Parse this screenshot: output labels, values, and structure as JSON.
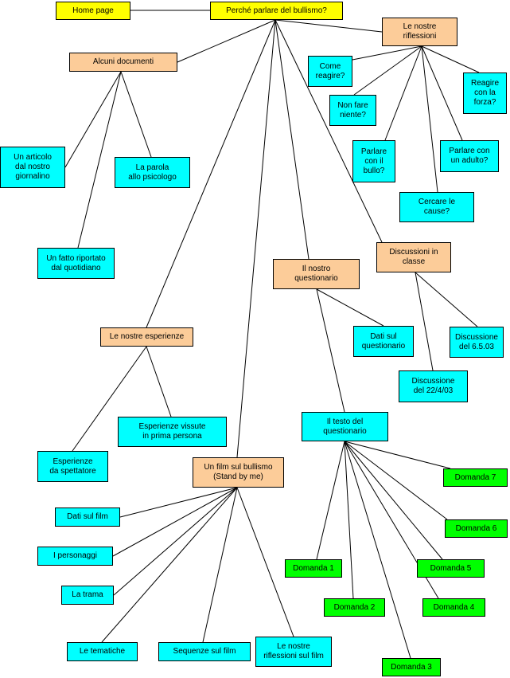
{
  "colors": {
    "yellow": "#ffff00",
    "peach": "#fccc99",
    "cyan": "#00ffff",
    "green": "#00ff00",
    "line": "#000000"
  },
  "nodes": {
    "home": "Home page",
    "root": "Perché parlare del bullismo?",
    "riflessioni": "Le nostre\nriflessioni",
    "documenti": "Alcuni documenti",
    "come_reagire": "Come\nreagire?",
    "non_fare": "Non fare\nniente?",
    "reagire_forza": "Reagire\ncon la\nforza?",
    "parlare_bullo": "Parlare\ncon il\nbullo?",
    "parlare_adulto": "Parlare con\nun adulto?",
    "cercare_cause": "Cercare le\ncause?",
    "articolo": "Un articolo\ndal nostro\ngiornalino",
    "parola_psicologo": "La parola\nallo psicologo",
    "fatto_quotidiano": "Un fatto riportato\ndal quotidiano",
    "questionario": "Il nostro\nquestionario",
    "discussioni": "Discussioni in\nclasse",
    "dati_questionario": "Dati sul\nquestionario",
    "discussione_6_5": "Discussione\ndel 6.5.03",
    "discussione_22_4": "Discussione\ndel  22/4/03",
    "esperienze": "Le nostre esperienze",
    "esperienze_vissute": "Esperienze vissute\nin prima persona",
    "esperienze_spettatore": "Esperienze\nda spettatore",
    "testo_questionario": "Il testo del\nquestionario",
    "film": "Un film sul bullismo\n(Stand by me)",
    "dati_film": "Dati sul film",
    "personaggi": "I personaggi",
    "trama": "La trama",
    "tematiche": "Le tematiche",
    "sequenze": "Sequenze sul film",
    "riflessioni_film": "Le nostre\nriflessioni sul film",
    "domanda_1": "Domanda 1",
    "domanda_2": "Domanda 2",
    "domanda_3": "Domanda 3",
    "domanda_4": "Domanda 4",
    "domanda_5": "Domanda 5",
    "domanda_6": "Domanda 6",
    "domanda_7": "Domanda 7"
  }
}
